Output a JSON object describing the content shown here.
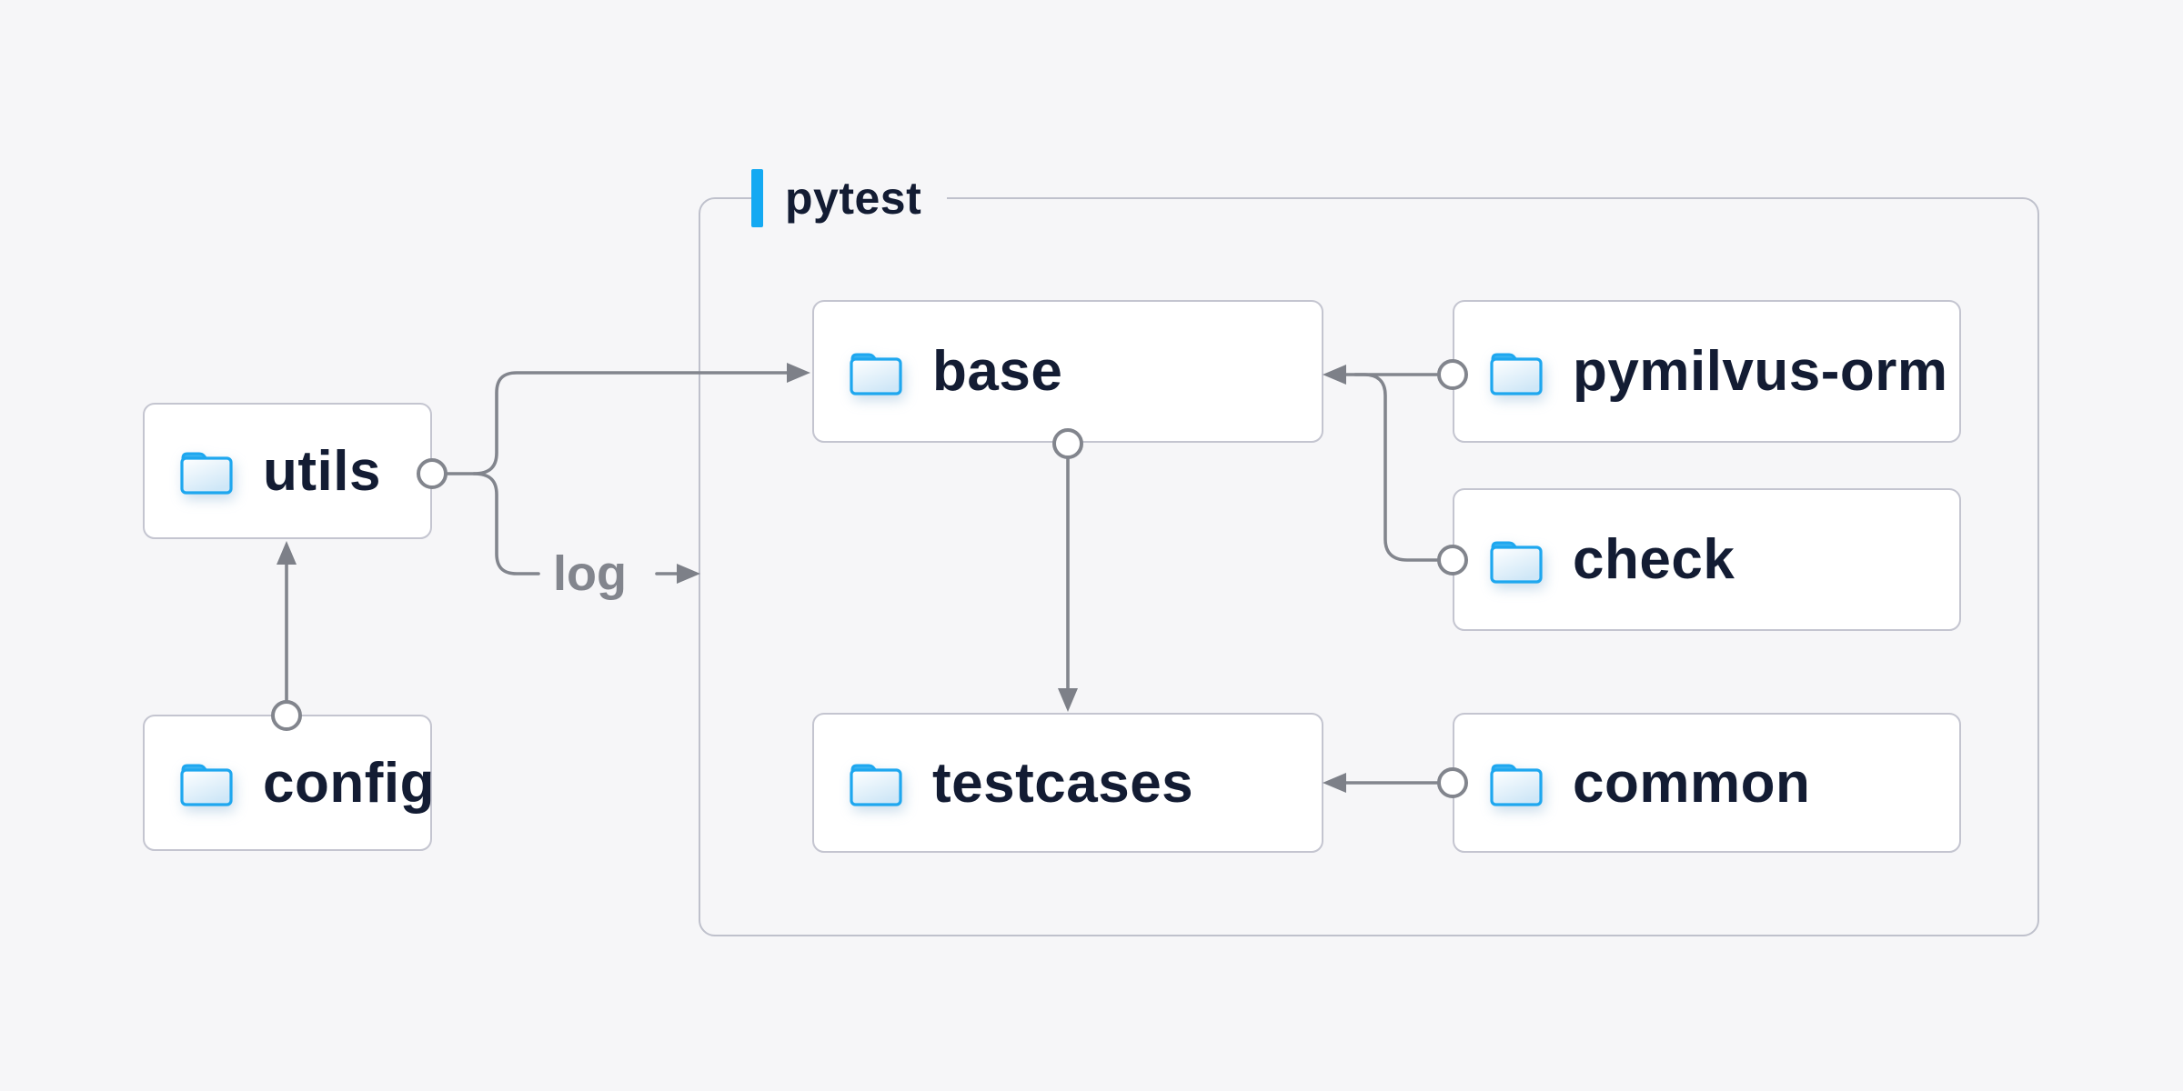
{
  "diagram": {
    "group": {
      "label": "pytest"
    },
    "nodes": [
      {
        "id": "utils",
        "label": "utils",
        "icon": "folder-icon"
      },
      {
        "id": "config",
        "label": "config",
        "icon": "folder-icon"
      },
      {
        "id": "base",
        "label": "base",
        "icon": "folder-icon"
      },
      {
        "id": "pymilvus-orm",
        "label": "pymilvus-orm",
        "icon": "folder-icon"
      },
      {
        "id": "check",
        "label": "check",
        "icon": "folder-icon"
      },
      {
        "id": "testcases",
        "label": "testcases",
        "icon": "folder-icon"
      },
      {
        "id": "common",
        "label": "common",
        "icon": "folder-icon"
      }
    ],
    "edges": [
      {
        "from": "config",
        "to": "utils",
        "style": "arrow-up"
      },
      {
        "from": "utils",
        "to": "base",
        "style": "arrow-right"
      },
      {
        "from": "utils",
        "to": "pytest",
        "label": "log",
        "style": "arrow-right"
      },
      {
        "from": "pymilvus-orm",
        "to": "base",
        "style": "arrow-left"
      },
      {
        "from": "check",
        "to": "base",
        "style": "arrow-left"
      },
      {
        "from": "base",
        "to": "testcases",
        "style": "arrow-down"
      },
      {
        "from": "common",
        "to": "testcases",
        "style": "arrow-left"
      }
    ],
    "colors": {
      "background": "#f6f6f8",
      "node_background": "#ffffff",
      "node_border": "#c4c5d0",
      "group_border": "#bfc1cc",
      "accent_blue": "#14a9f2",
      "folder_blue": "#1ea7ef",
      "text_dark": "#131c33",
      "connector_gray": "#82858d"
    }
  }
}
